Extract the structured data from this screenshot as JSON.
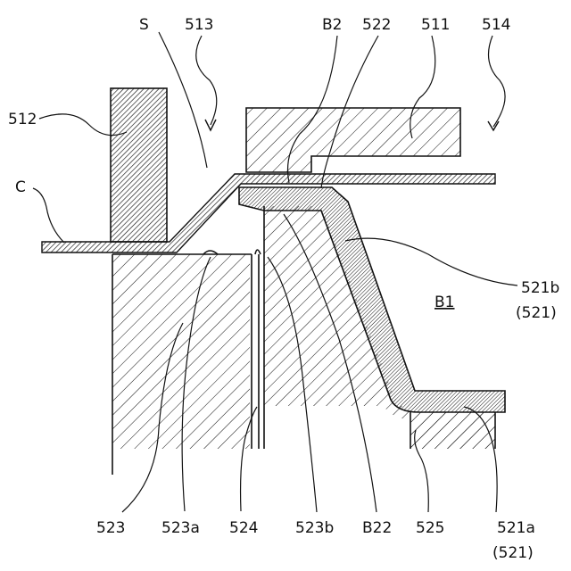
{
  "labels": {
    "s": "S",
    "l513": "513",
    "b2": "B2",
    "l522": "522",
    "l511": "511",
    "l514": "514",
    "l512": "512",
    "c": "C",
    "l521b": "521b",
    "l521b_paren": "(521)",
    "b1": "B1",
    "l523": "523",
    "l523a": "523a",
    "l524": "524",
    "l523b": "523b",
    "b22": "B22",
    "l525": "525",
    "l521a": "521a",
    "l521a_paren": "(521)"
  }
}
